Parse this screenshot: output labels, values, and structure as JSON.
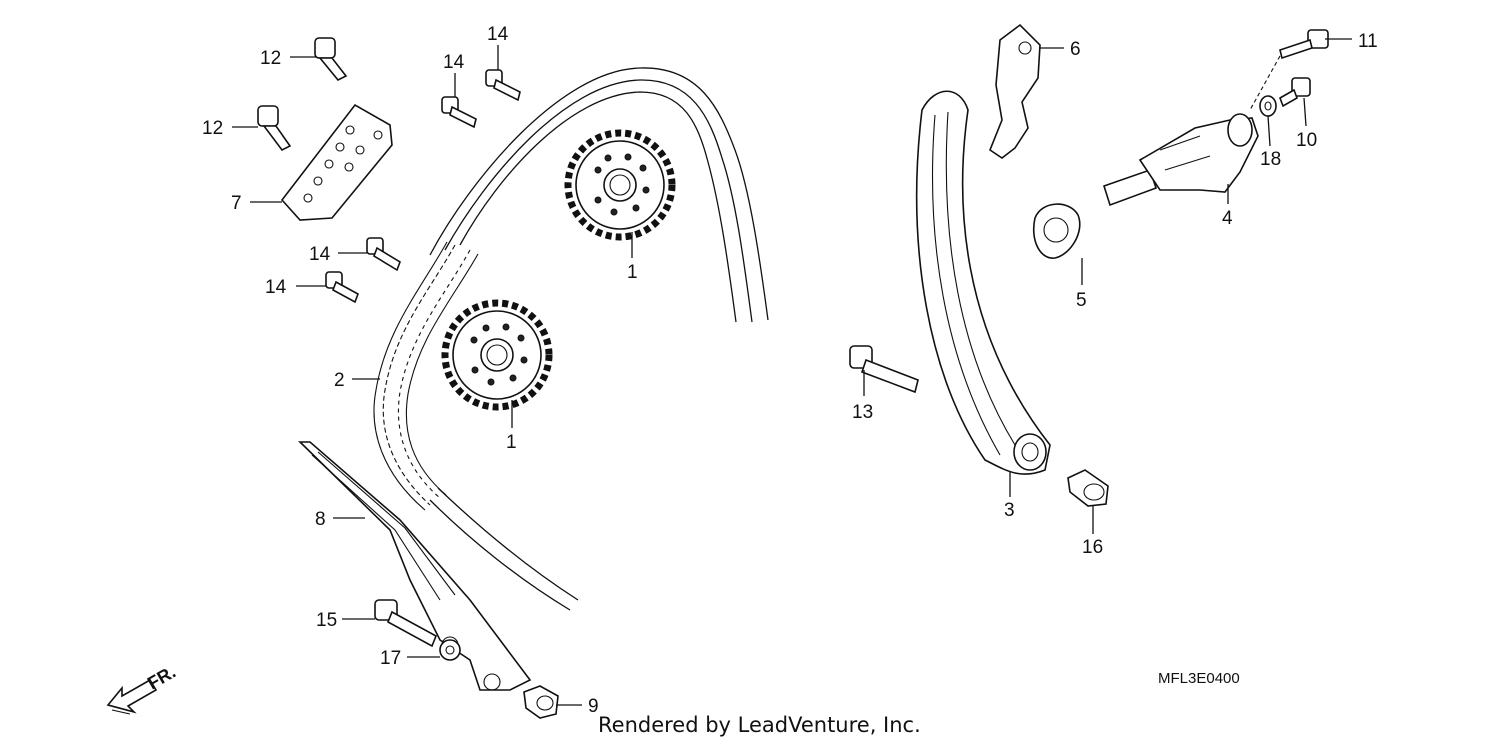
{
  "diagram": {
    "callouts": [
      {
        "id": "c1a",
        "label": "1"
      },
      {
        "id": "c1b",
        "label": "1"
      },
      {
        "id": "c2",
        "label": "2"
      },
      {
        "id": "c3",
        "label": "3"
      },
      {
        "id": "c4",
        "label": "4"
      },
      {
        "id": "c5",
        "label": "5"
      },
      {
        "id": "c6",
        "label": "6"
      },
      {
        "id": "c7",
        "label": "7"
      },
      {
        "id": "c8",
        "label": "8"
      },
      {
        "id": "c9",
        "label": "9"
      },
      {
        "id": "c10",
        "label": "10"
      },
      {
        "id": "c11",
        "label": "11"
      },
      {
        "id": "c12a",
        "label": "12"
      },
      {
        "id": "c12b",
        "label": "12"
      },
      {
        "id": "c13",
        "label": "13"
      },
      {
        "id": "c14a",
        "label": "14"
      },
      {
        "id": "c14b",
        "label": "14"
      },
      {
        "id": "c14c",
        "label": "14"
      },
      {
        "id": "c14d",
        "label": "14"
      },
      {
        "id": "c15",
        "label": "15"
      },
      {
        "id": "c16",
        "label": "16"
      },
      {
        "id": "c17",
        "label": "17"
      },
      {
        "id": "c18",
        "label": "18"
      }
    ],
    "diagram_code": "MFL3E0400",
    "front_marker": "FR.",
    "credit": "Rendered by LeadVenture, Inc."
  }
}
